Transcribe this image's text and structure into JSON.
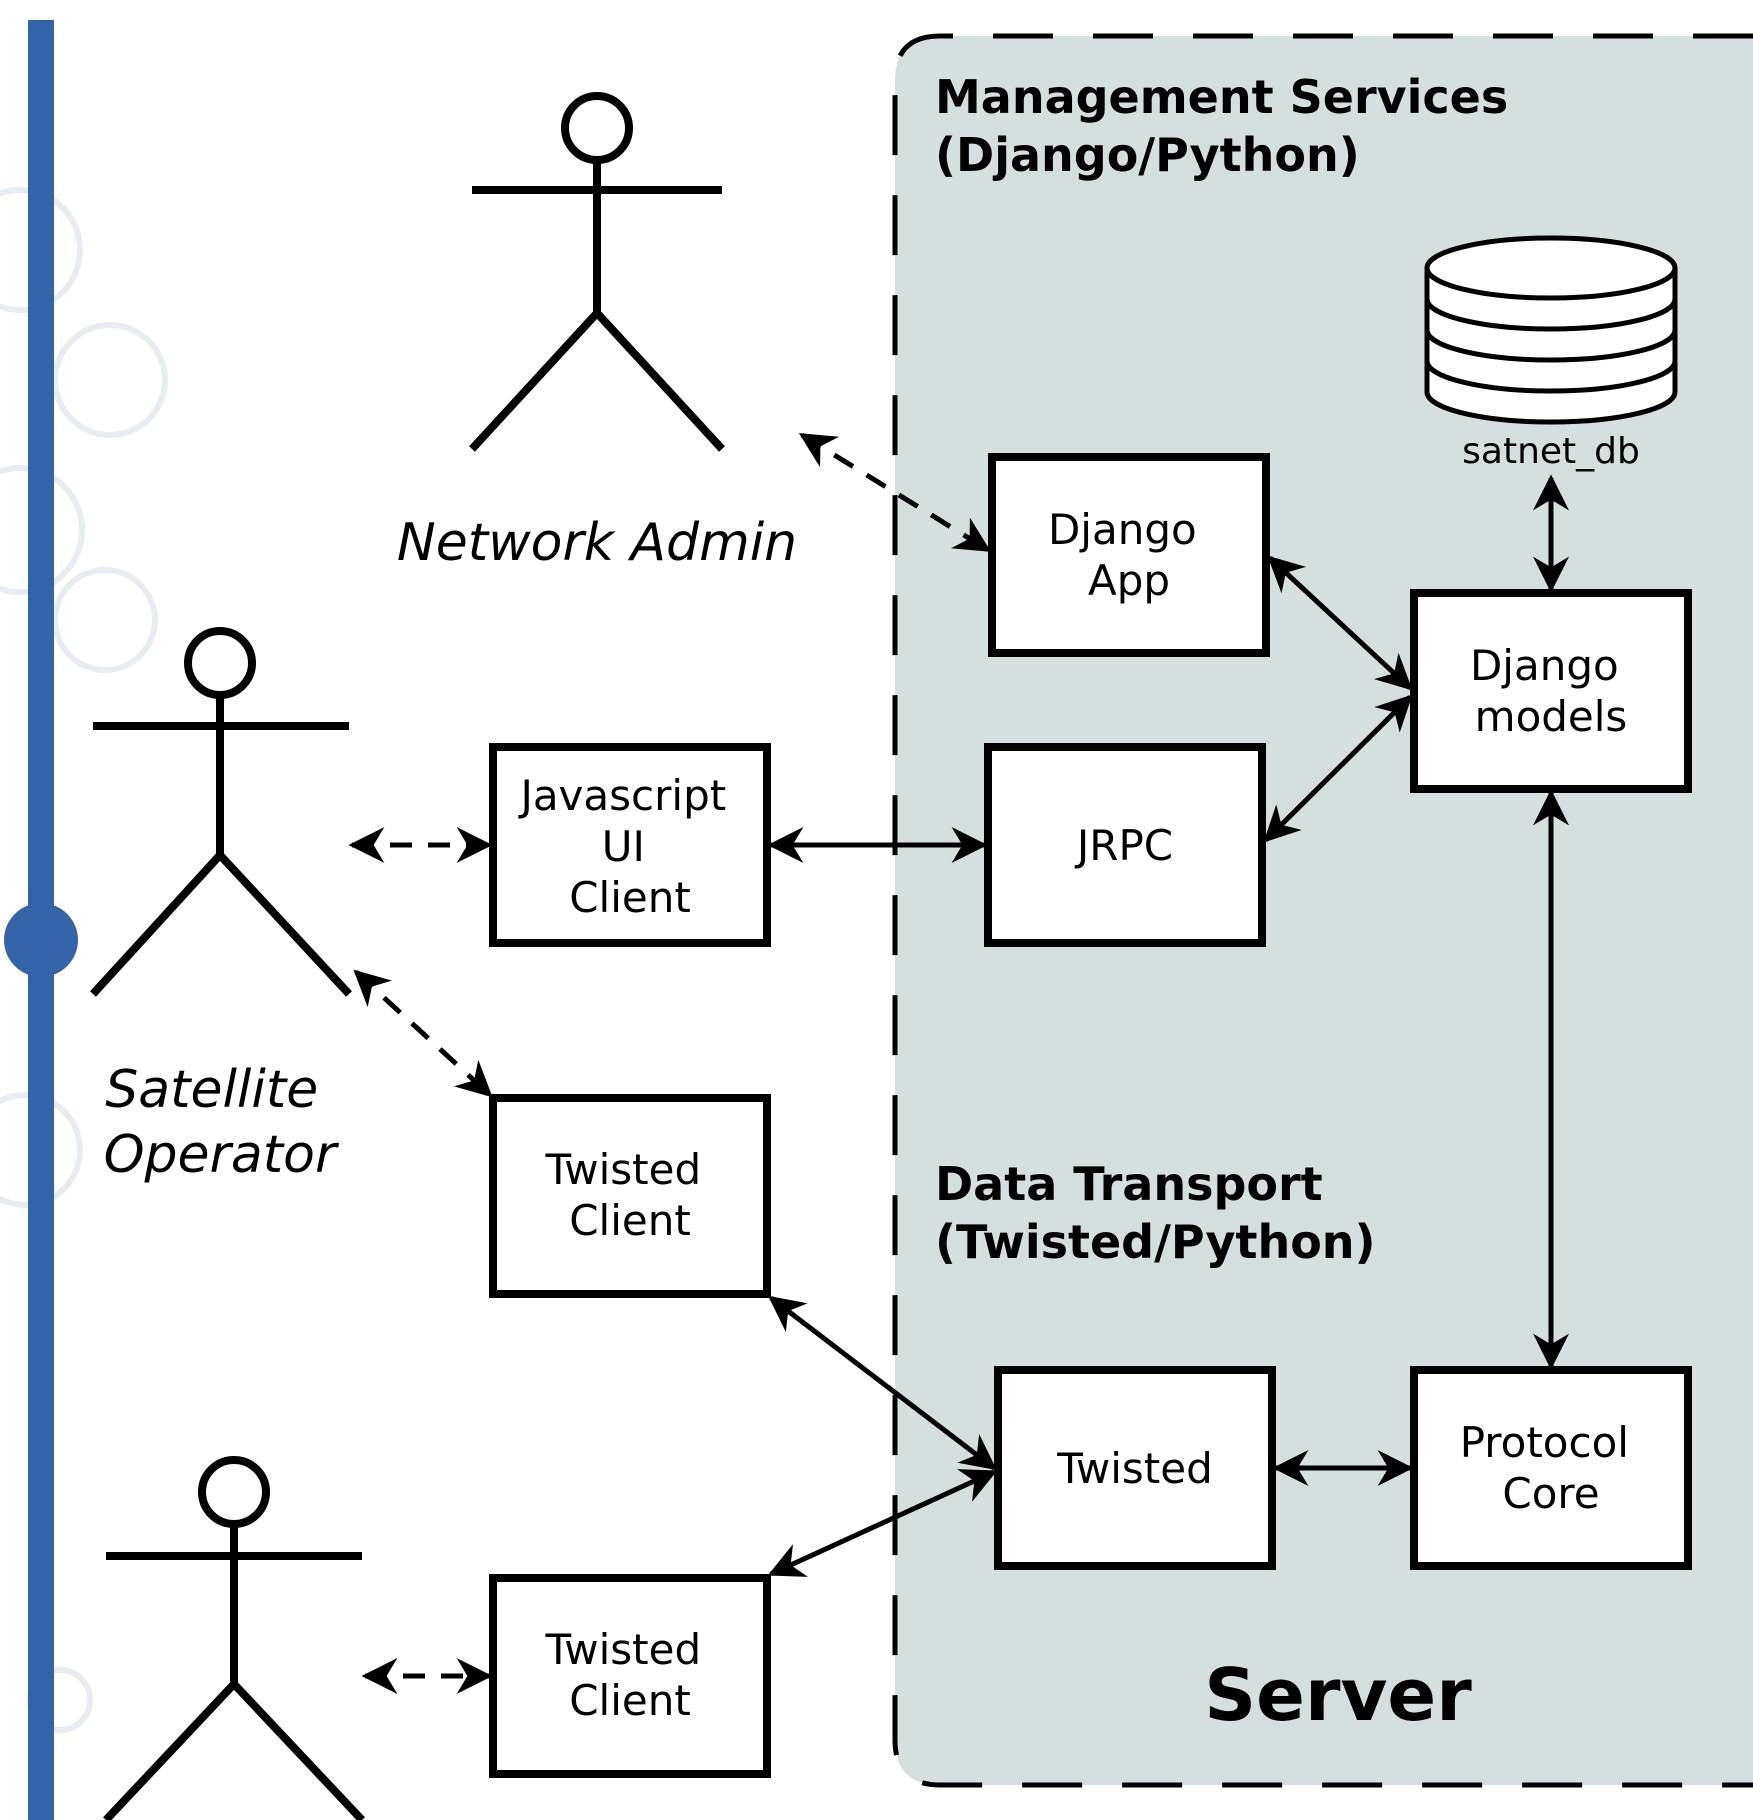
{
  "colors": {
    "server_fill": "#d6dfe0",
    "page_accent": "#3563a8",
    "ink": "#000000"
  },
  "server": {
    "label": "Server",
    "management_section": {
      "line1": "Management Services",
      "line2": "(Django/Python)"
    },
    "transport_section": {
      "line1": "Data Transport",
      "line2": "(Twisted/Python)"
    },
    "database": {
      "icon": "database-icon",
      "label": "satnet_db"
    }
  },
  "components": {
    "django_app": [
      "Django",
      "App"
    ],
    "django_models": [
      "Django",
      "models"
    ],
    "jrpc": [
      "JRPC"
    ],
    "twisted_server": [
      "Twisted"
    ],
    "protocol_core": [
      "Protocol",
      "Core"
    ],
    "javascript_client": [
      "Javascript",
      "UI",
      "Client"
    ],
    "twisted_client_1": [
      "Twisted",
      "Client"
    ],
    "twisted_client_2": [
      "Twisted",
      "Client"
    ]
  },
  "actors": {
    "network_admin": {
      "icon": "stick-figure-icon",
      "label": "Network Admin"
    },
    "satellite_operator": {
      "icon": "stick-figure-icon",
      "label": [
        "Satellite",
        "Operator"
      ]
    },
    "third_actor": {
      "icon": "stick-figure-icon"
    }
  },
  "connections": [
    {
      "from": "network_admin",
      "to": "django_app",
      "style": "dashed"
    },
    {
      "from": "satellite_operator",
      "to": "javascript_client",
      "style": "dashed"
    },
    {
      "from": "satellite_operator",
      "to": "twisted_client_1",
      "style": "dashed"
    },
    {
      "from": "third_actor",
      "to": "twisted_client_2",
      "style": "dashed"
    },
    {
      "from": "javascript_client",
      "to": "jrpc",
      "style": "solid"
    },
    {
      "from": "django_app",
      "to": "django_models",
      "style": "solid"
    },
    {
      "from": "jrpc",
      "to": "django_models",
      "style": "solid"
    },
    {
      "from": "database",
      "to": "django_models",
      "style": "solid"
    },
    {
      "from": "django_models",
      "to": "protocol_core",
      "style": "solid"
    },
    {
      "from": "twisted_client_1",
      "to": "twisted_server",
      "style": "solid"
    },
    {
      "from": "twisted_client_2",
      "to": "twisted_server",
      "style": "solid"
    },
    {
      "from": "twisted_server",
      "to": "protocol_core",
      "style": "solid"
    }
  ]
}
